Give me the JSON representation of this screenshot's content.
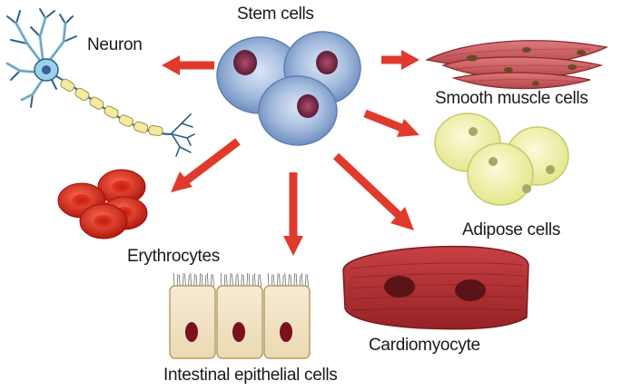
{
  "diagram": {
    "center": {
      "label": "Stem cells"
    },
    "targets": [
      {
        "id": "neuron",
        "label": "Neuron"
      },
      {
        "id": "smooth-muscle",
        "label": "Smooth muscle cells"
      },
      {
        "id": "adipose",
        "label": "Adipose cells"
      },
      {
        "id": "erythrocytes",
        "label": "Erythrocytes"
      },
      {
        "id": "intestinal",
        "label": "Intestinal epithelial cells"
      },
      {
        "id": "cardiomyocyte",
        "label": "Cardiomyocyte"
      }
    ],
    "colors": {
      "arrow": "#e03a2c",
      "stem_cell": "#a9bfe0",
      "stem_nucleus": "#7a2a4a",
      "neuron": "#9ad3e6",
      "smooth_muscle": "#c8555a",
      "adipose": "#f3f3b0",
      "erythrocyte": "#d9261c",
      "epithelial": "#f3e4c6",
      "epithelial_nucleus": "#7a1020",
      "cardiomyocyte": "#b83236"
    }
  }
}
